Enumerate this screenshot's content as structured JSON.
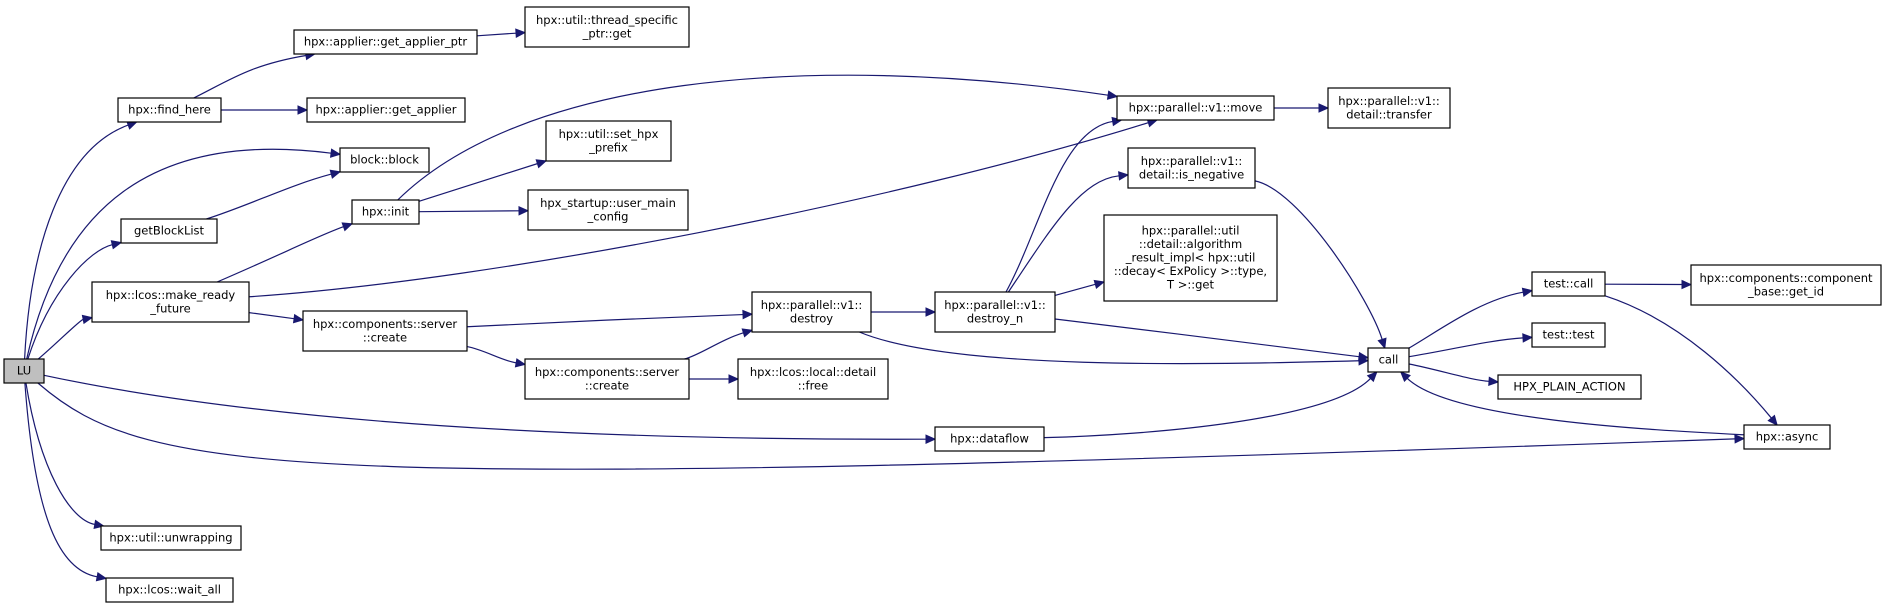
{
  "diagram": {
    "type": "call-graph",
    "nodes": [
      {
        "id": "LU",
        "lines": [
          "LU"
        ],
        "root": true
      },
      {
        "id": "find_here",
        "lines": [
          "hpx::find_here"
        ]
      },
      {
        "id": "get_applier_ptr",
        "lines": [
          "hpx::applier::get_applier_ptr"
        ]
      },
      {
        "id": "tsp_get",
        "lines": [
          "hpx::util::thread_specific",
          "_ptr::get"
        ]
      },
      {
        "id": "get_applier",
        "lines": [
          "hpx::applier::get_applier"
        ]
      },
      {
        "id": "block",
        "lines": [
          "block::block"
        ]
      },
      {
        "id": "getBlockList",
        "lines": [
          "getBlockList"
        ]
      },
      {
        "id": "init",
        "lines": [
          "hpx::init"
        ]
      },
      {
        "id": "set_hpx_prefix",
        "lines": [
          "hpx::util::set_hpx",
          "_prefix"
        ]
      },
      {
        "id": "user_main_config",
        "lines": [
          "hpx_startup::user_main",
          "_config"
        ]
      },
      {
        "id": "make_ready_future",
        "lines": [
          "hpx::lcos::make_ready",
          "_future"
        ]
      },
      {
        "id": "server_create1",
        "lines": [
          "hpx::components::server",
          "::create"
        ]
      },
      {
        "id": "server_create2",
        "lines": [
          "hpx::components::server",
          "::create"
        ]
      },
      {
        "id": "local_free",
        "lines": [
          "hpx::lcos::local::detail",
          "::free"
        ]
      },
      {
        "id": "move",
        "lines": [
          "hpx::parallel::v1::move"
        ]
      },
      {
        "id": "transfer",
        "lines": [
          "hpx::parallel::v1::",
          "detail::transfer"
        ]
      },
      {
        "id": "is_negative",
        "lines": [
          "hpx::parallel::v1::",
          "detail::is_negative"
        ]
      },
      {
        "id": "algo_get",
        "lines": [
          "hpx::parallel::util",
          "::detail::algorithm",
          "_result_impl< hpx::util",
          "::decay< ExPolicy >::type,",
          "T >::get"
        ]
      },
      {
        "id": "destroy",
        "lines": [
          "hpx::parallel::v1::",
          "destroy"
        ]
      },
      {
        "id": "destroy_n",
        "lines": [
          "hpx::parallel::v1::",
          "destroy_n"
        ]
      },
      {
        "id": "call",
        "lines": [
          "call"
        ]
      },
      {
        "id": "test_call",
        "lines": [
          "test::call"
        ]
      },
      {
        "id": "get_id",
        "lines": [
          "hpx::components::component",
          "_base::get_id"
        ]
      },
      {
        "id": "test_test",
        "lines": [
          "test::test"
        ]
      },
      {
        "id": "plain_action",
        "lines": [
          "HPX_PLAIN_ACTION"
        ]
      },
      {
        "id": "async",
        "lines": [
          "hpx::async"
        ]
      },
      {
        "id": "dataflow",
        "lines": [
          "hpx::dataflow"
        ]
      },
      {
        "id": "unwrapping",
        "lines": [
          "hpx::util::unwrapping"
        ]
      },
      {
        "id": "wait_all",
        "lines": [
          "hpx::lcos::wait_all"
        ]
      }
    ],
    "edges": [
      {
        "from": "LU",
        "to": "find_here"
      },
      {
        "from": "LU",
        "to": "block"
      },
      {
        "from": "LU",
        "to": "getBlockList"
      },
      {
        "from": "LU",
        "to": "make_ready_future"
      },
      {
        "from": "LU",
        "to": "dataflow"
      },
      {
        "from": "LU",
        "to": "async"
      },
      {
        "from": "LU",
        "to": "unwrapping"
      },
      {
        "from": "LU",
        "to": "wait_all"
      },
      {
        "from": "find_here",
        "to": "get_applier_ptr"
      },
      {
        "from": "find_here",
        "to": "get_applier"
      },
      {
        "from": "get_applier_ptr",
        "to": "tsp_get"
      },
      {
        "from": "getBlockList",
        "to": "block"
      },
      {
        "from": "make_ready_future",
        "to": "init"
      },
      {
        "from": "make_ready_future",
        "to": "server_create1"
      },
      {
        "from": "make_ready_future",
        "to": "move"
      },
      {
        "from": "init",
        "to": "set_hpx_prefix"
      },
      {
        "from": "init",
        "to": "user_main_config"
      },
      {
        "from": "init",
        "to": "move"
      },
      {
        "from": "server_create1",
        "to": "destroy"
      },
      {
        "from": "server_create1",
        "to": "server_create2"
      },
      {
        "from": "server_create2",
        "to": "destroy"
      },
      {
        "from": "server_create2",
        "to": "local_free"
      },
      {
        "from": "destroy",
        "to": "destroy_n"
      },
      {
        "from": "destroy",
        "to": "call"
      },
      {
        "from": "destroy_n",
        "to": "move"
      },
      {
        "from": "destroy_n",
        "to": "is_negative"
      },
      {
        "from": "destroy_n",
        "to": "algo_get"
      },
      {
        "from": "destroy_n",
        "to": "call"
      },
      {
        "from": "move",
        "to": "transfer"
      },
      {
        "from": "is_negative",
        "to": "call"
      },
      {
        "from": "call",
        "to": "test_call"
      },
      {
        "from": "call",
        "to": "test_test"
      },
      {
        "from": "call",
        "to": "plain_action"
      },
      {
        "from": "test_call",
        "to": "get_id"
      },
      {
        "from": "test_call",
        "to": "async"
      },
      {
        "from": "async",
        "to": "call"
      },
      {
        "from": "dataflow",
        "to": "call"
      }
    ]
  }
}
